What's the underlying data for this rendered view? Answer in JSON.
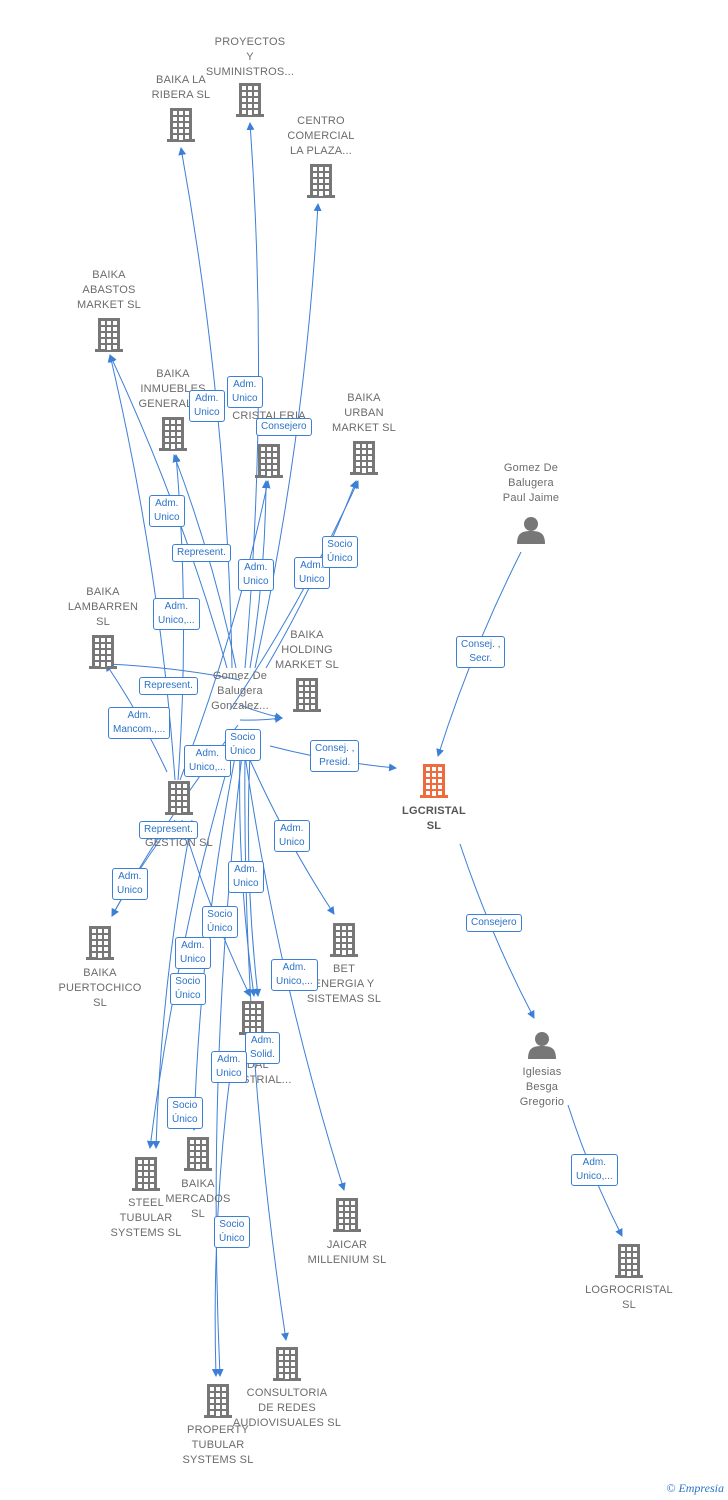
{
  "colors": {
    "edge": "#3c7fd6",
    "company_icon": "#777777",
    "main_icon": "#ef6a3c",
    "person_icon": "#777777"
  },
  "nodes": [
    {
      "id": "proyectos",
      "kind": "company",
      "label": "PROYECTOS\nY\nSUMINISTROS..."
    },
    {
      "id": "baika_ribera",
      "kind": "company",
      "label": "BAIKA LA\nRIBERA  SL"
    },
    {
      "id": "centro_comercial",
      "kind": "company",
      "label": "CENTRO\nCOMERCIAL\nLA PLAZA..."
    },
    {
      "id": "baika_abastos",
      "kind": "company",
      "label": "BAIKA\nABASTOS\nMARKET  SL"
    },
    {
      "id": "baika_inmuebles",
      "kind": "company",
      "label": "BAIKA\nINMUEBLES\nGENERALES"
    },
    {
      "id": "cristaleria",
      "kind": "company",
      "label": "CRISTALERIA\nAR..."
    },
    {
      "id": "baika_urban",
      "kind": "company",
      "label": "BAIKA\nURBAN\nMARKET  SL"
    },
    {
      "id": "gomez_paul",
      "kind": "person",
      "label": "Gomez De\nBalugera\nPaul Jaime"
    },
    {
      "id": "baika_lambarren",
      "kind": "company",
      "label": "BAIKA\nLAMBARREN\nSL"
    },
    {
      "id": "baika_holding",
      "kind": "company",
      "label": "BAIKA\nHOLDING\nMARKET  SL"
    },
    {
      "id": "gomez_gonzalez",
      "kind": "person_center",
      "label": "Gomez De\nBalugera\nGonzalez..."
    },
    {
      "id": "lgcristal",
      "kind": "main",
      "label": "LGCRISTAL\nSL"
    },
    {
      "id": "gestion",
      "kind": "company",
      "label": "GESTION SL"
    },
    {
      "id": "baika_puertochico",
      "kind": "company",
      "label": "BAIKA\nPUERTOCHICO\nSL"
    },
    {
      "id": "bet_energia",
      "kind": "company",
      "label": "BET\nENERGIA Y\nSISTEMAS  SL"
    },
    {
      "id": "industrial",
      "kind": "company",
      "label": "...DAL\nINDUSTRIAL..."
    },
    {
      "id": "iglesias",
      "kind": "person",
      "label": "Iglesias\nBesga\nGregorio"
    },
    {
      "id": "steel_tubular",
      "kind": "company",
      "label": "STEEL\nTUBULAR\nSYSTEMS  SL"
    },
    {
      "id": "baika_mercados",
      "kind": "company",
      "label": "BAIKA\nMERCADOS\nSL"
    },
    {
      "id": "jaicar",
      "kind": "company",
      "label": "JAICAR\nMILLENIUM  SL"
    },
    {
      "id": "logrocristal",
      "kind": "company",
      "label": "LOGROCRISTAL\nSL"
    },
    {
      "id": "consultoria",
      "kind": "company",
      "label": "CONSULTORIA\nDE REDES\nAUDIOVISUALES SL"
    },
    {
      "id": "property_tubular",
      "kind": "company",
      "label": "PROPERTY\nTUBULAR\nSYSTEMS  SL"
    }
  ],
  "edge_labels": [
    {
      "id": "l1",
      "text": "Adm.\nUnico"
    },
    {
      "id": "l2",
      "text": "Adm.\nUnico"
    },
    {
      "id": "l3",
      "text": "Consejero"
    },
    {
      "id": "l4",
      "text": "Adm.\nUnico"
    },
    {
      "id": "l5",
      "text": "Represent."
    },
    {
      "id": "l6",
      "text": "Adm.\nUnico"
    },
    {
      "id": "l7",
      "text": "Adm.\nUnico"
    },
    {
      "id": "l8",
      "text": "Socio\nÚnico"
    },
    {
      "id": "l9",
      "text": "Adm.\nUnico,..."
    },
    {
      "id": "l10",
      "text": "Consej. ,\nSecr."
    },
    {
      "id": "l11",
      "text": "Represent."
    },
    {
      "id": "l12",
      "text": "Adm.\nMancom.,..."
    },
    {
      "id": "l13",
      "text": "Adm.\nUnico,..."
    },
    {
      "id": "l14",
      "text": "Socio\nÚnico"
    },
    {
      "id": "l15",
      "text": "Consej. ,\nPresid."
    },
    {
      "id": "l16",
      "text": "Represent."
    },
    {
      "id": "l17",
      "text": "Adm.\nUnico"
    },
    {
      "id": "l18",
      "text": "Adm.\nUnico"
    },
    {
      "id": "l19",
      "text": "Adm.\nUnico"
    },
    {
      "id": "l20",
      "text": "Socio\nÚnico"
    },
    {
      "id": "l21",
      "text": "Adm.\nUnico"
    },
    {
      "id": "l22",
      "text": "Adm.\nUnico,..."
    },
    {
      "id": "l23",
      "text": "Socio\nÚnico"
    },
    {
      "id": "l24",
      "text": "Consejero"
    },
    {
      "id": "l25",
      "text": "Adm.\nSolid."
    },
    {
      "id": "l26",
      "text": "Adm.\nUnico"
    },
    {
      "id": "l27",
      "text": "Socio\nÚnico"
    },
    {
      "id": "l28",
      "text": "Adm.\nUnico,..."
    },
    {
      "id": "l29",
      "text": "Socio\nÚnico"
    }
  ],
  "brand": {
    "copyright": "©",
    "name": "Empresia"
  }
}
